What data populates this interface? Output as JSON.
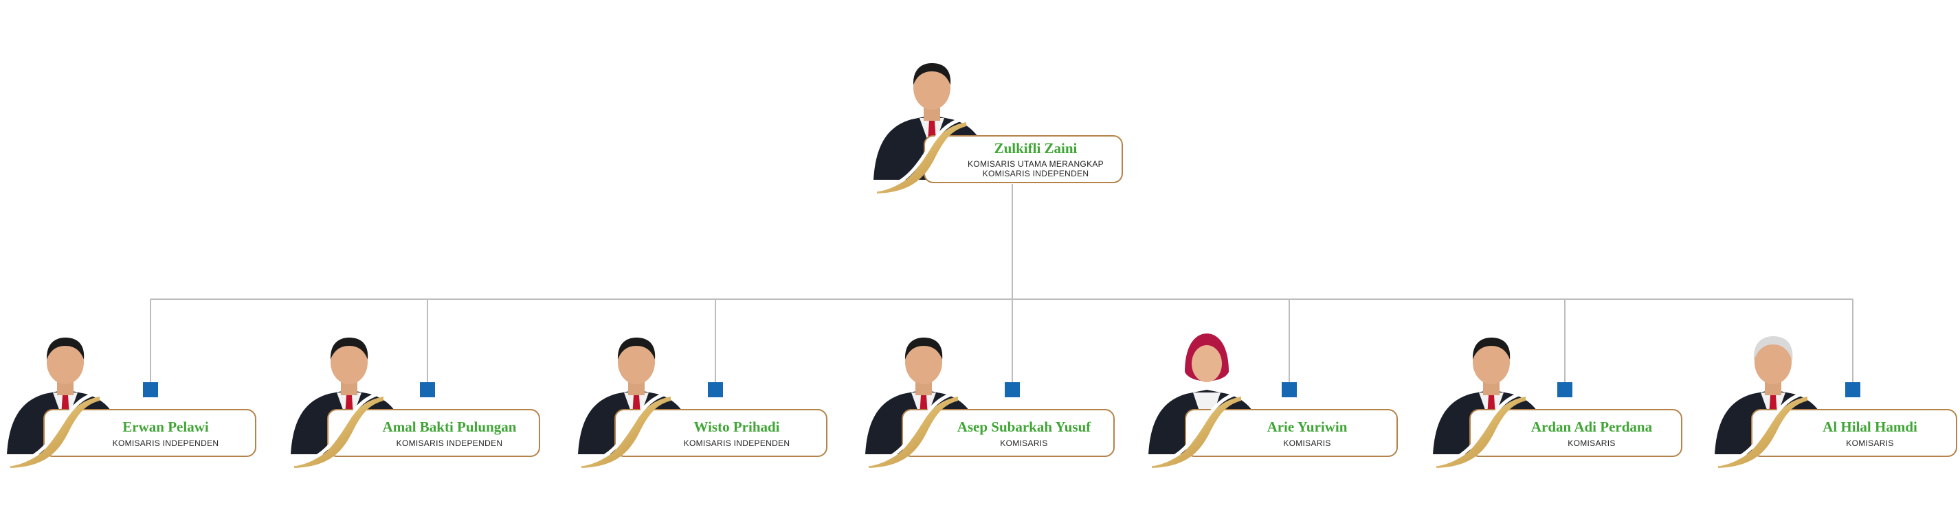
{
  "colors": {
    "name": "#3fa535",
    "card_border": "#b5834a",
    "marker": "#1668b3",
    "connector": "#bdbdbd",
    "gold_light": "#f3dd9b",
    "gold_dark": "#b98a3a"
  },
  "chairman": {
    "name": "Zulkifli Zaini",
    "title_line1": "KOMISARIS UTAMA MERANGKAP",
    "title_line2": "KOMISARIS INDEPENDEN"
  },
  "members": [
    {
      "name": "Erwan Pelawi",
      "title": "KOMISARIS INDEPENDEN"
    },
    {
      "name": "Amal Bakti Pulungan",
      "title": "KOMISARIS INDEPENDEN"
    },
    {
      "name": "Wisto Prihadi",
      "title": "KOMISARIS INDEPENDEN"
    },
    {
      "name": "Asep Subarkah Yusuf",
      "title": "KOMISARIS"
    },
    {
      "name": "Arie Yuriwin",
      "title": "KOMISARIS"
    },
    {
      "name": "Ardan Adi Perdana",
      "title": "KOMISARIS"
    },
    {
      "name": "Al Hilal Hamdi",
      "title": "KOMISARIS"
    }
  ]
}
